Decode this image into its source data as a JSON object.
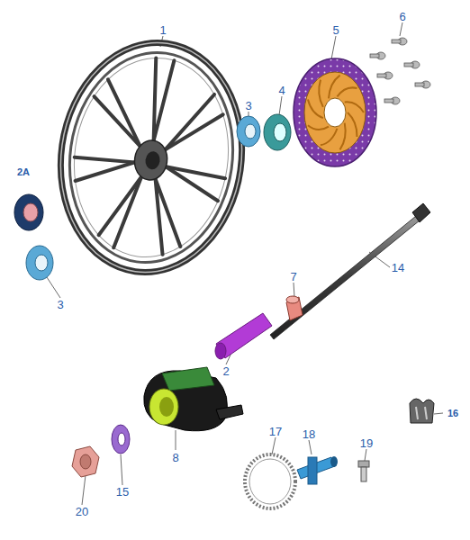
{
  "diagram": {
    "labels": [
      "1",
      "5",
      "6",
      "3",
      "4",
      "2A",
      "3",
      "14",
      "7",
      "2",
      "16",
      "8",
      "17",
      "18",
      "19",
      "15",
      "20"
    ]
  }
}
